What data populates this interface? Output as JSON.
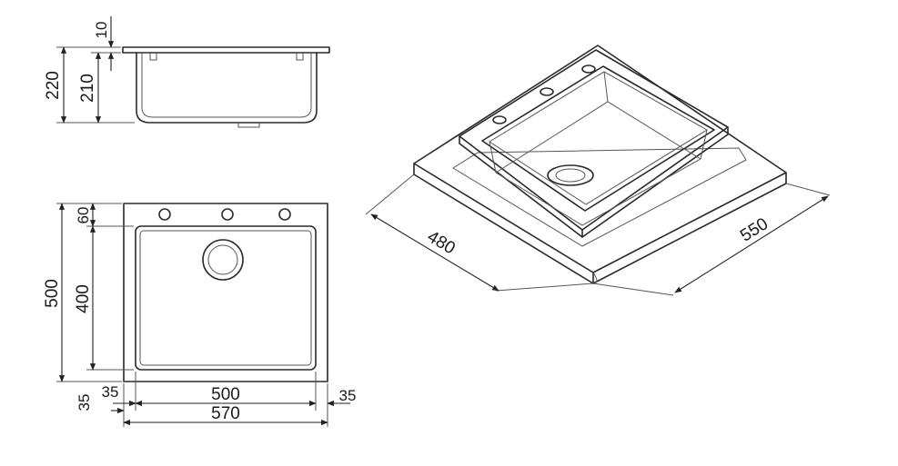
{
  "dimensions": {
    "side_flange_thickness": "10",
    "side_total_height": "220",
    "side_bowl_depth": "210",
    "plan_tap_zone": "60",
    "plan_total_depth": "500",
    "plan_bowl_depth": "400",
    "plan_left_margin_outer": "35",
    "plan_left_margin_inner": "35",
    "plan_bowl_width": "500",
    "plan_right_margin": "35",
    "plan_total_width": "570",
    "iso_depth": "480",
    "iso_width": "550"
  },
  "colors": {
    "line": "#2a2a2a",
    "background": "#ffffff"
  }
}
